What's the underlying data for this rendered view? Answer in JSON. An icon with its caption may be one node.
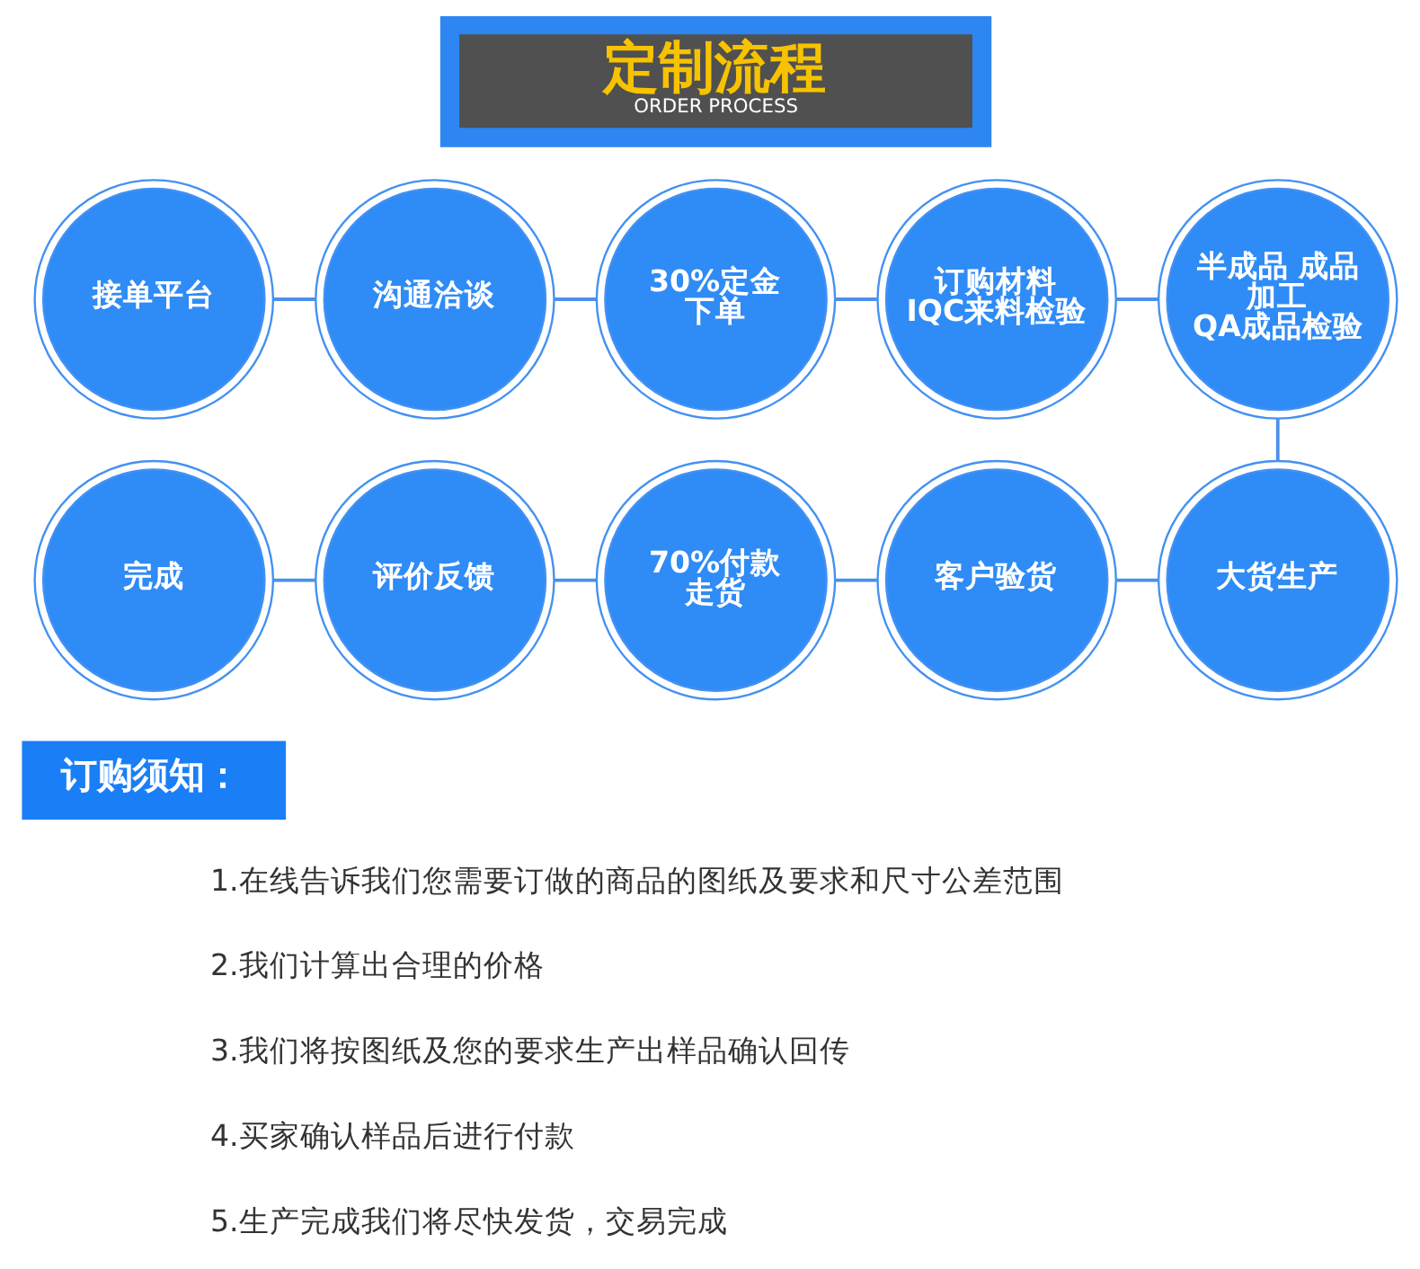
{
  "diagram": {
    "nodes": [
      {
        "text": [
          "定制流程",
          "ORDER PROCESS"
        ]
      },
      {
        "text": [
          "接单平台"
        ]
      },
      {
        "text": [
          "沟通洽谈"
        ]
      },
      {
        "text": [
          "30%定金下单"
        ]
      },
      {
        "text": [
          "订购材料IQC来料检验"
        ]
      },
      {
        "text": [
          "半成品 成品加工QA成品检验"
        ]
      },
      {
        "text": [
          "完成"
        ]
      },
      {
        "text": [
          "评价反馈"
        ]
      },
      {
        "text": [
          "70%付款走货"
        ]
      },
      {
        "text": [
          "客户验货"
        ]
      },
      {
        "text": [
          "大货生产"
        ]
      },
      {
        "text": [
          "订购须知："
        ]
      }
    ],
    "edges": [
      {
        "from": 1,
        "to": 2,
        "arrow": "none"
      },
      {
        "from": 2,
        "to": 3,
        "arrow": "none"
      },
      {
        "from": 3,
        "to": 4,
        "arrow": "none"
      },
      {
        "from": 4,
        "to": 5,
        "arrow": "none"
      },
      {
        "from": 5,
        "to": 10,
        "arrow": "none"
      },
      {
        "from": 6,
        "to": 7,
        "arrow": "none"
      },
      {
        "from": 7,
        "to": 8,
        "arrow": "none"
      },
      {
        "from": 8,
        "to": 9,
        "arrow": "none"
      },
      {
        "from": 9,
        "to": 10,
        "arrow": "none"
      }
    ],
    "labels": [
      "1.在线告诉我们您需要订做的商品的图纸及要求和尺寸公差范围",
      "2.我们计算出合理的价格",
      "3.我们将按图纸及您的要求生产出样品确认回传",
      "4.买家确认样品后进行付款",
      "5.生产完成我们将尽快发货，交易完成"
    ]
  }
}
